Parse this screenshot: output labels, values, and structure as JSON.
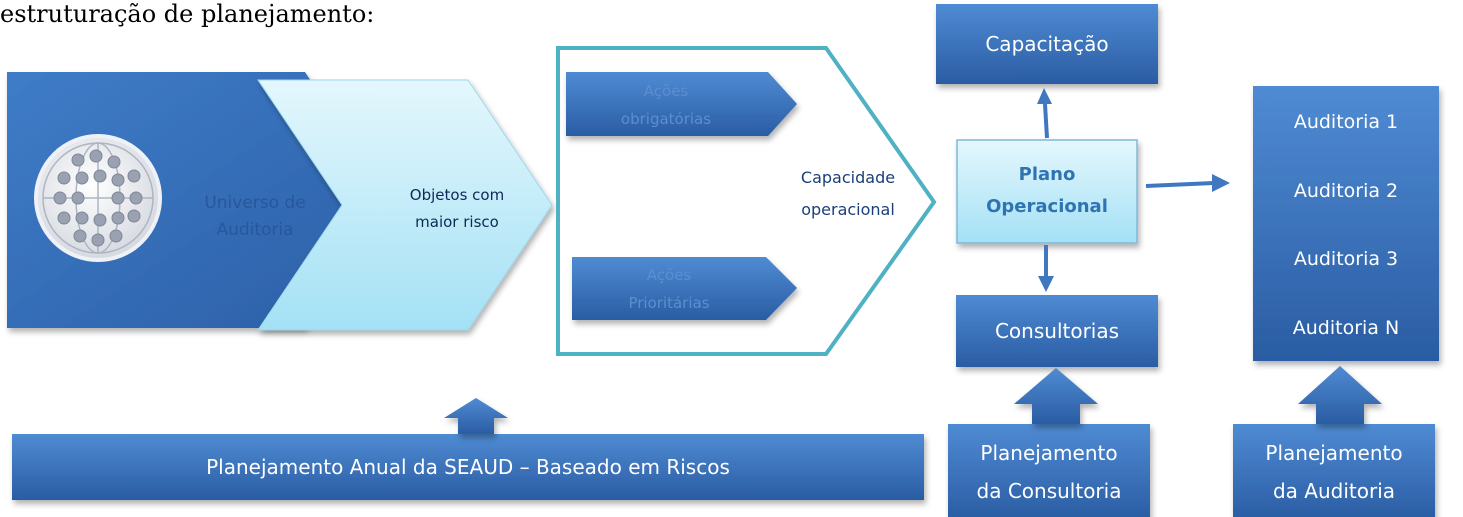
{
  "intro_text": "estruturação de planejamento:",
  "universo": {
    "line1": "Universo de",
    "line2": "Auditoria"
  },
  "objetos": {
    "line1": "Objetos com",
    "line2": "maior risco"
  },
  "acoes_obrigatorias": {
    "line1": "Ações",
    "line2": "obrigatórias"
  },
  "acoes_prioritarias": {
    "line1": "Ações",
    "line2": "Prioritárias"
  },
  "capacidade": {
    "line1": "Capacidade",
    "line2": "operacional"
  },
  "capacitacao": "Capacitação",
  "plano": {
    "line1": "Plano",
    "line2": "Operacional"
  },
  "consultorias": "Consultorias",
  "auditorias": [
    "Auditoria 1",
    "Auditoria 2",
    "Auditoria 3",
    "Auditoria N"
  ],
  "planejamento_anual": "Planejamento Anual da SEAUD – Baseado em Riscos",
  "planejamento_consultoria": {
    "line1": "Planejamento",
    "line2": "da Consultoria"
  },
  "planejamento_auditoria": {
    "line1": "Planejamento",
    "line2": "da Auditoria"
  },
  "colors": {
    "blue_dark": "#2f66ad",
    "blue_light": "#4f8bd3",
    "cyan_light": "#d2f1fb",
    "cyan_mid": "#a9e4f6",
    "outline_teal": "#4fb1c4"
  }
}
